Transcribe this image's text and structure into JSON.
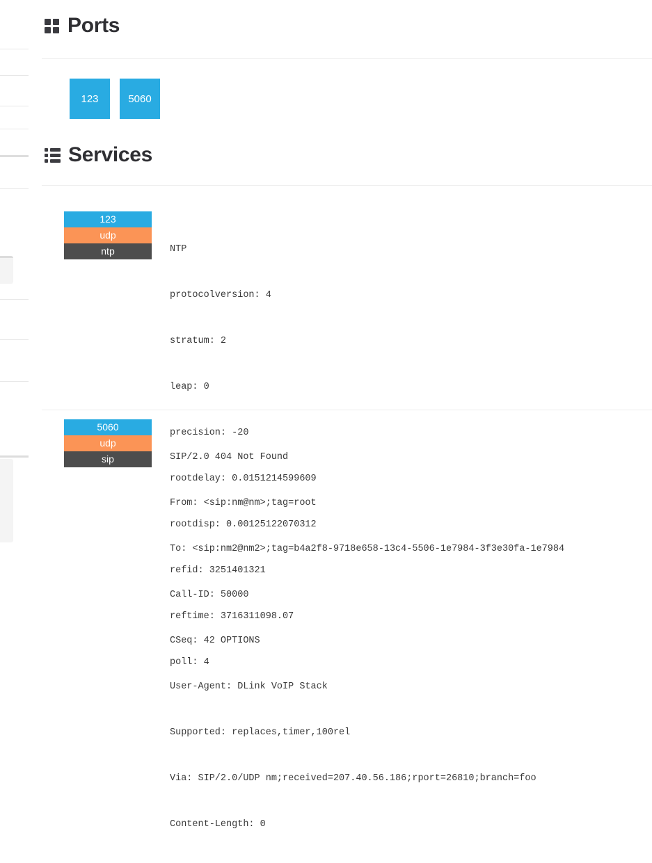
{
  "sections": {
    "ports": {
      "title": "Ports",
      "icon": "grid-icon",
      "items": [
        "123",
        "5060"
      ]
    },
    "services": {
      "title": "Services",
      "icon": "list-icon",
      "items": [
        {
          "port": "123",
          "protocol": "udp",
          "name": "ntp",
          "lines": [
            "NTP",
            "protocolversion: 4",
            "stratum: 2",
            "leap: 0",
            "precision: -20",
            "rootdelay: 0.0151214599609",
            "rootdisp: 0.00125122070312",
            "refid: 3251401321",
            "reftime: 3716311098.07",
            "poll: 4"
          ]
        },
        {
          "port": "5060",
          "protocol": "udp",
          "name": "sip",
          "lines": [
            "SIP/2.0 404 Not Found",
            "From: <sip:nm@nm>;tag=root",
            "To: <sip:nm2@nm2>;tag=b4a2f8-9718e658-13c4-5506-1e7984-3f3e30fa-1e7984",
            "Call-ID: 50000",
            "CSeq: 42 OPTIONS",
            "User-Agent: DLink VoIP Stack",
            "Supported: replaces,timer,100rel",
            "Via: SIP/2.0/UDP nm;received=207.40.56.186;rport=26810;branch=foo",
            "Content-Length: 0"
          ]
        }
      ]
    }
  },
  "colors": {
    "port_blue": "#29abe2",
    "protocol_orange": "#fb9456",
    "service_gray": "#4d4d4d",
    "heading": "#2f2f33",
    "divider": "#ededed"
  }
}
